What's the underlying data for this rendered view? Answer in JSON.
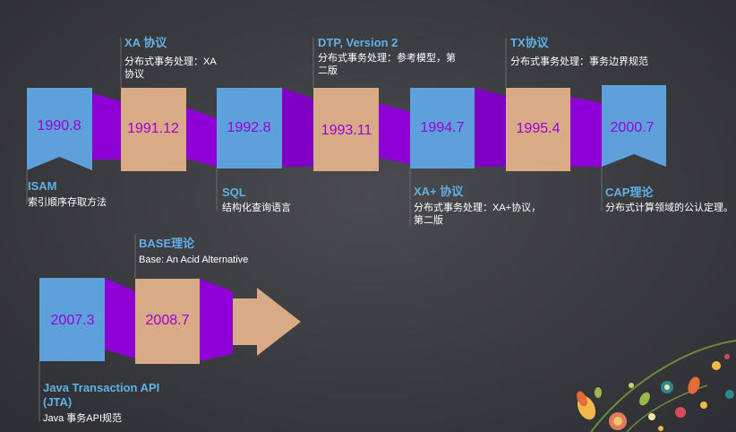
{
  "colors": {
    "background": "#3a3b3f",
    "connector_purple": "#8e00d6",
    "blue_box": "#5da0dc",
    "tan_box": "#d8ab86",
    "year_text": "#9b00d9",
    "label_title": "#5fb0e6",
    "label_desc": "#ffffff"
  },
  "timeline": {
    "row1": [
      {
        "year": "1990.8",
        "shape": "ribbon",
        "color": "blue",
        "title": "ISAM",
        "desc": "索引顺序存取方法",
        "label_pos": "below"
      },
      {
        "year": "1991.12",
        "shape": "box",
        "color": "tan",
        "title": "XA 协议",
        "desc_lines": [
          "分布式事务处理：XA",
          "协议"
        ],
        "label_pos": "above"
      },
      {
        "year": "1992.8",
        "shape": "box",
        "color": "blue",
        "title": "SQL",
        "desc": "结构化查询语言",
        "label_pos": "below"
      },
      {
        "year": "1993.11",
        "shape": "box",
        "color": "tan",
        "title": "DTP, Version 2",
        "desc_lines": [
          "分布式事务处理：参考模型，第",
          "二版"
        ],
        "label_pos": "above"
      },
      {
        "year": "1994.7",
        "shape": "box",
        "color": "blue",
        "title": "XA+ 协议",
        "desc_lines": [
          "分布式事务处理：XA+协议，",
          "第二版"
        ],
        "label_pos": "below"
      },
      {
        "year": "1995.4",
        "shape": "box",
        "color": "tan",
        "title": "TX协议",
        "desc": "分布式事务处理：事务边界规范",
        "label_pos": "above"
      },
      {
        "year": "2000.7",
        "shape": "ribbon",
        "color": "blue",
        "title": "CAP理论",
        "desc": "分布式计算领域的公认定理。",
        "label_pos": "below"
      }
    ],
    "row2": [
      {
        "year": "2007.3",
        "shape": "box",
        "color": "blue",
        "title_lines": [
          "Java Transaction API",
          "(JTA)"
        ],
        "desc": "Java 事务API规范",
        "label_pos": "below"
      },
      {
        "year": "2008.7",
        "shape": "box",
        "color": "tan",
        "title": "BASE理论",
        "desc": "Base: An Acid Alternative",
        "label_pos": "above"
      }
    ],
    "end_arrow": "arrow-right-icon"
  }
}
